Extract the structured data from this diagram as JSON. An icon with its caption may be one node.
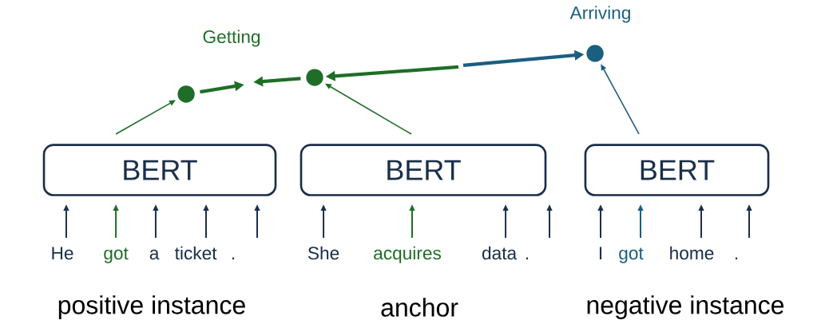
{
  "diagram": {
    "nodes": [
      {
        "text": [
          "BERT"
        ]
      },
      {
        "text": [
          "BERT"
        ]
      },
      {
        "text": [
          "BERT"
        ]
      },
      {
        "text": [],
        "shape": "circle"
      },
      {
        "text": [],
        "shape": "circle"
      },
      {
        "text": [],
        "shape": "circle"
      },
      {
        "text": [
          "He"
        ]
      },
      {
        "text": [
          "got"
        ]
      },
      {
        "text": [
          "a"
        ]
      },
      {
        "text": [
          "ticket"
        ]
      },
      {
        "text": [
          "."
        ]
      },
      {
        "text": [
          "She"
        ]
      },
      {
        "text": [
          "acquires"
        ]
      },
      {
        "text": [
          "data"
        ]
      },
      {
        "text": [
          "."
        ]
      },
      {
        "text": [
          "I"
        ]
      },
      {
        "text": [
          "got"
        ]
      },
      {
        "text": [
          "home"
        ]
      },
      {
        "text": [
          "."
        ]
      }
    ],
    "edges": [
      {
        "from": 0,
        "to": 3,
        "arrow": "to",
        "color": "#1e6e27"
      },
      {
        "from": 1,
        "to": 4,
        "arrow": "to",
        "color": "#1e6e27"
      },
      {
        "from": 2,
        "to": 5,
        "arrow": "to",
        "color": "#1a5e80"
      },
      {
        "from": 3,
        "to": null,
        "arrow": "to",
        "style": "thick",
        "color": "#1e6e27"
      },
      {
        "from": 4,
        "to": null,
        "arrow": "to",
        "style": "thick",
        "color": "#1e6e27"
      },
      {
        "from": null,
        "to": 4,
        "arrow": "to",
        "style": "thick",
        "color": "#1e6e27"
      },
      {
        "from": null,
        "to": 5,
        "arrow": "to",
        "style": "thick",
        "color": "#1a5e80"
      },
      {
        "from": 6,
        "to": 0,
        "arrow": "to"
      },
      {
        "from": 7,
        "to": 0,
        "arrow": "to",
        "color": "#1e6e27"
      },
      {
        "from": 8,
        "to": 0,
        "arrow": "to"
      },
      {
        "from": 9,
        "to": 0,
        "arrow": "to"
      },
      {
        "from": 10,
        "to": 0,
        "arrow": "to"
      },
      {
        "from": 11,
        "to": 1,
        "arrow": "to"
      },
      {
        "from": 12,
        "to": 1,
        "arrow": "to",
        "color": "#1e6e27"
      },
      {
        "from": 13,
        "to": 1,
        "arrow": "to"
      },
      {
        "from": 14,
        "to": 1,
        "arrow": "to"
      },
      {
        "from": 15,
        "to": 2,
        "arrow": "to"
      },
      {
        "from": 16,
        "to": 2,
        "arrow": "to",
        "color": "#1a5e80"
      },
      {
        "from": 17,
        "to": 2,
        "arrow": "to"
      },
      {
        "from": 18,
        "to": 2,
        "arrow": "to"
      }
    ],
    "labels": [
      "Getting",
      "Arriving",
      "positive instance",
      "anchor",
      "negative instance"
    ]
  }
}
